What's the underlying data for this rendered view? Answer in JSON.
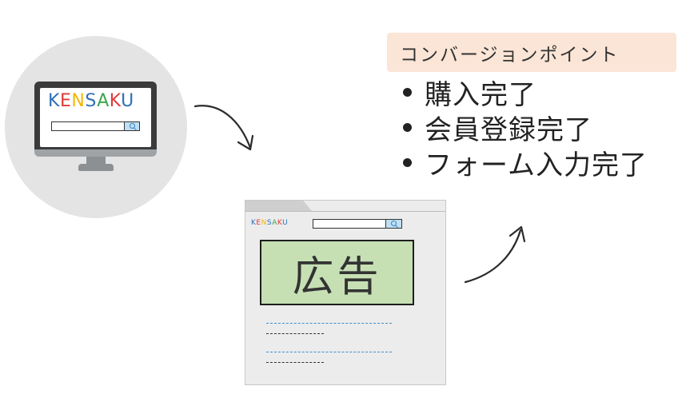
{
  "monitor": {
    "logo_letters": [
      {
        "char": "K",
        "color": "#2e6fb8"
      },
      {
        "char": "E",
        "color": "#e03a3a"
      },
      {
        "char": "N",
        "color": "#f2b705"
      },
      {
        "char": "S",
        "color": "#2e6fb8"
      },
      {
        "char": "A",
        "color": "#3ba54a"
      },
      {
        "char": "K",
        "color": "#e03a3a"
      },
      {
        "char": "U",
        "color": "#2e6fb8"
      }
    ],
    "search_icon": "search-icon"
  },
  "browser": {
    "logo_letters": [
      {
        "char": "K",
        "color": "#2e6fb8"
      },
      {
        "char": "E",
        "color": "#e03a3a"
      },
      {
        "char": "N",
        "color": "#f2b705"
      },
      {
        "char": "S",
        "color": "#2e6fb8"
      },
      {
        "char": "A",
        "color": "#3ba54a"
      },
      {
        "char": "K",
        "color": "#e03a3a"
      },
      {
        "char": "U",
        "color": "#2e6fb8"
      }
    ],
    "ad_label": "広告",
    "ad_color": "#c6e0b4"
  },
  "conversion": {
    "title": "コンバージョンポイント",
    "header_color": "#fbe5d6",
    "items": [
      "購入完了",
      "会員登録完了",
      "フォーム入力完了"
    ]
  }
}
